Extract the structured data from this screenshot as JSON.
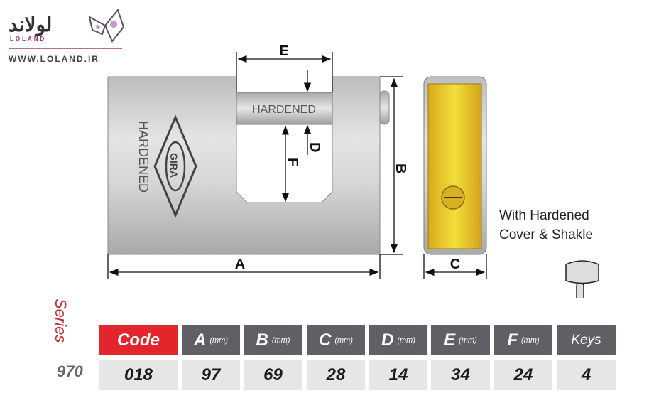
{
  "logo": {
    "name_fa": "لولاند",
    "name_en": "LOLAND",
    "url": "WWW.LOLAND.IR"
  },
  "diagram": {
    "labels": {
      "A": "A",
      "B": "B",
      "C": "C",
      "D": "D",
      "E": "E",
      "F": "F"
    },
    "shackle_text": "HARDENED",
    "body_text": "HARDENED",
    "brand": "GIRA",
    "note_line1": "With Hardened",
    "note_line2": "Cover & Shakle"
  },
  "table": {
    "series_label": "Series",
    "series_value": "970",
    "headers": [
      {
        "main": "Code",
        "unit": ""
      },
      {
        "main": "A",
        "unit": "(mm)"
      },
      {
        "main": "B",
        "unit": "(mm)"
      },
      {
        "main": "C",
        "unit": "(mm)"
      },
      {
        "main": "D",
        "unit": "(mm)"
      },
      {
        "main": "E",
        "unit": "(mm)"
      },
      {
        "main": "F",
        "unit": "(mm)"
      },
      {
        "main": "Keys",
        "unit": ""
      }
    ],
    "values": [
      "018",
      "97",
      "69",
      "28",
      "14",
      "34",
      "24",
      "4"
    ]
  },
  "colors": {
    "accent": "#e3262b",
    "header": "#615f63",
    "cell": "#e6e6e6",
    "gold": "#e8c92a"
  }
}
